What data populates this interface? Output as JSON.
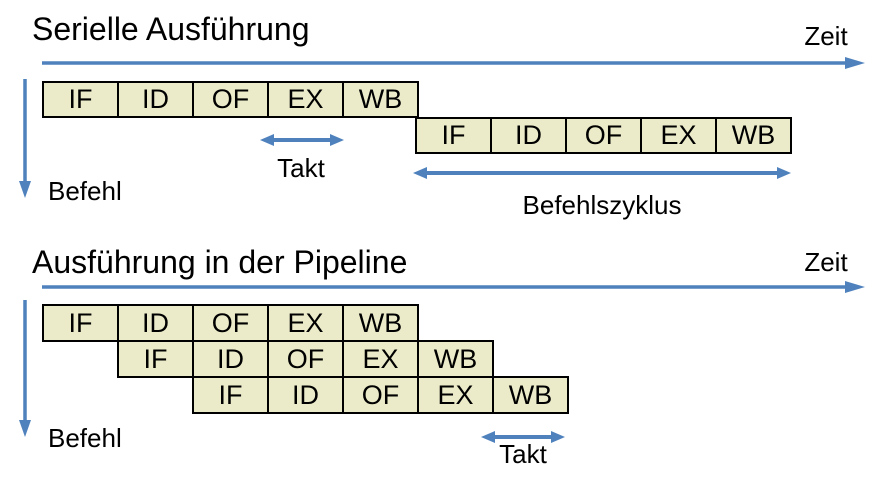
{
  "colors": {
    "background": "#FFFFFF",
    "box_fill": "#EBEBC9",
    "box_border": "#000000",
    "arrow_blue": "#4F81BD",
    "text": "#000000"
  },
  "stages": [
    "IF",
    "ID",
    "OF",
    "EX",
    "WB"
  ],
  "serial": {
    "title": "Serielle Ausführung",
    "time_label": "Zeit",
    "instruction_label": "Befehl",
    "clock_label": "Takt",
    "cycle_label": "Befehlszyklus"
  },
  "pipeline": {
    "title": "Ausführung in der Pipeline",
    "time_label": "Zeit",
    "instruction_label": "Befehl",
    "clock_label": "Takt"
  }
}
